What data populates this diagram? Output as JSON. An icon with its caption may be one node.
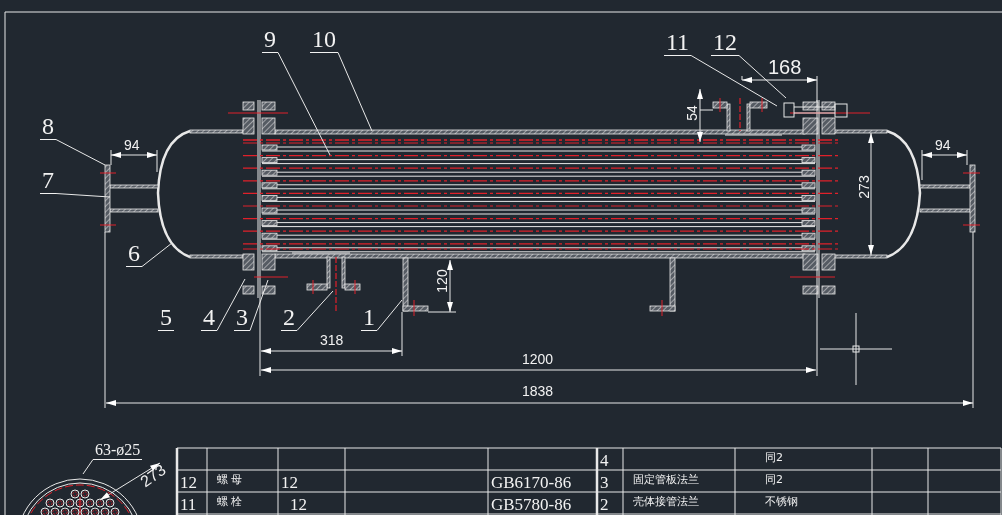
{
  "diagram": {
    "nodes": [
      {
        "text": [
          "9"
        ]
      },
      {
        "text": [
          "10"
        ]
      },
      {
        "text": [
          "11"
        ]
      },
      {
        "text": [
          "12"
        ]
      },
      {
        "text": [
          "8"
        ]
      },
      {
        "text": [
          "7"
        ]
      },
      {
        "text": [
          "6"
        ]
      },
      {
        "text": [
          "4"
        ]
      },
      {
        "text": [
          "3"
        ]
      },
      {
        "text": [
          "2"
        ]
      },
      {
        "text": [
          "1"
        ]
      },
      {
        "text": [
          "63-ø25"
        ]
      }
    ],
    "edges": [
      {
        "from": 0,
        "to": null,
        "arrow": "none"
      },
      {
        "from": 1,
        "to": null,
        "arrow": "none"
      },
      {
        "from": 2,
        "to": null,
        "arrow": "none"
      },
      {
        "from": 3,
        "to": null,
        "arrow": "none"
      },
      {
        "from": 4,
        "to": null,
        "arrow": "none"
      },
      {
        "from": 5,
        "to": null,
        "arrow": "none"
      },
      {
        "from": 6,
        "to": null,
        "arrow": "none"
      },
      {
        "from": 7,
        "to": null,
        "arrow": "none"
      },
      {
        "from": 8,
        "to": null,
        "arrow": "none"
      },
      {
        "from": 9,
        "to": null,
        "arrow": "none"
      },
      {
        "from": 10,
        "to": null,
        "arrow": "none"
      },
      {
        "from": 11,
        "to": null,
        "arrow": "none"
      }
    ],
    "labels": [
      "168",
      "54",
      "94",
      "94",
      "273",
      "120",
      "5",
      "318",
      "1200",
      "1838",
      "273",
      "4",
      "同2",
      "12",
      "螺 母",
      "12",
      "GB6170-86",
      "3",
      "固定管板法兰",
      "同2",
      "11",
      "螺 栓",
      "12",
      "GB5780-86",
      "2",
      "壳体接管法兰",
      "不锈钢"
    ]
  }
}
